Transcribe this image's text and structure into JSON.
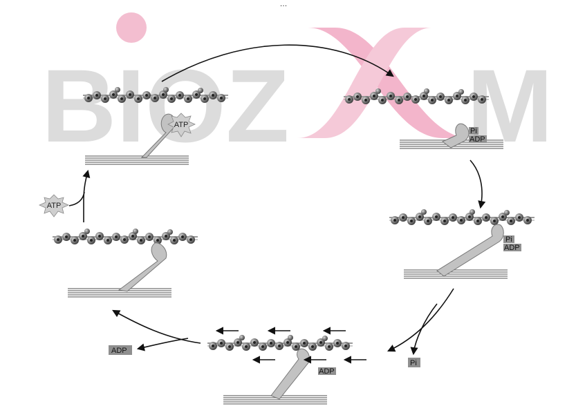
{
  "watermark": {
    "text": "BIOZ",
    "tail": "M",
    "gray": "#d4d4d4",
    "pink": "#f0a8c0"
  },
  "header_text": "…",
  "colors": {
    "bead_fill": "#6e6e6e",
    "bead_dark": "#2f2f2f",
    "filament": "#9a9a9a",
    "myosin": "#c2c2c2",
    "arrow": "#111111",
    "label_box": "#8f8f8f"
  },
  "labels": {
    "atp_top": "ATP",
    "atp_left": "ATP",
    "pi_top_right": "Pi",
    "adp_top_right": "ADP",
    "pi_mid_right": "Pi",
    "adp_mid_right": "ADP",
    "pi_released": "Pi",
    "adp_bottom": "ADP",
    "adp_released": "ADP"
  }
}
